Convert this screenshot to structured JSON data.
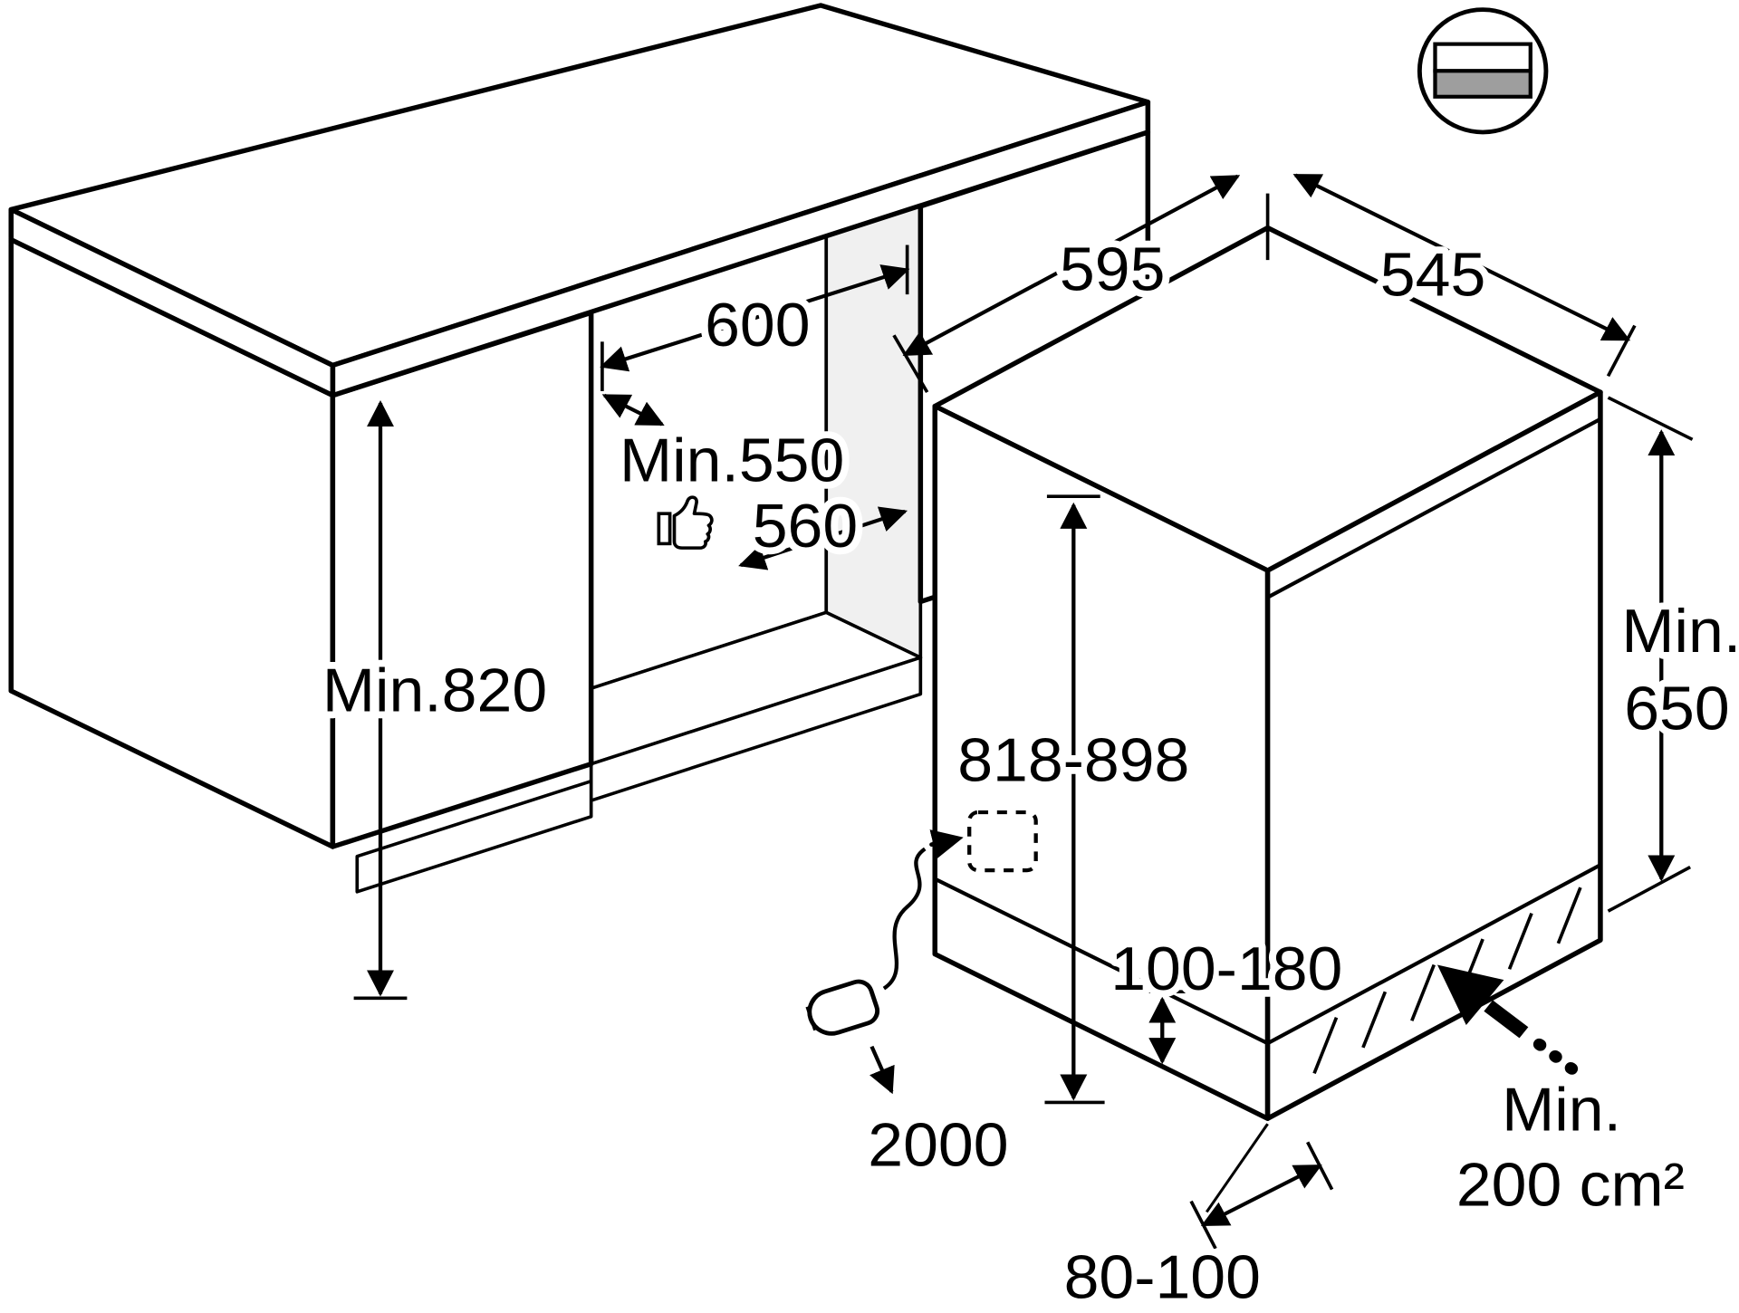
{
  "diagram": {
    "title": "Built-in dishwasher installation dimensions",
    "colors": {
      "line": "#000000",
      "background": "#ffffff",
      "worktop_top": "#b2b2b2",
      "worktop_edge": "#9d9d9d",
      "niche_wall_shade": "#f0f0f0",
      "niche_ceiling_shade": "#e9e9e9",
      "door_shade": "#f7f7f7",
      "icon_gray": "#9e9e9e"
    },
    "labels": {
      "niche_width_top": "600",
      "niche_depth": "Min.550",
      "niche_width_bottom": "560",
      "worktop_height": "Min.820",
      "appliance_width": "595",
      "appliance_depth": "545",
      "appliance_height": "818-898",
      "door_height_min_word": "Min.",
      "door_height_min_value": "650",
      "plinth_height": "100-180",
      "plinth_recess": "80-100",
      "cord_length": "2000",
      "vent_min_word": "Min.",
      "vent_area": "200 cm²"
    },
    "icons": {
      "badge": "fully-integrated-panel-icon",
      "approval": "thumbs-up-icon",
      "power": "power-plug-icon",
      "vent": "vent-direction-arrow-icon"
    }
  }
}
